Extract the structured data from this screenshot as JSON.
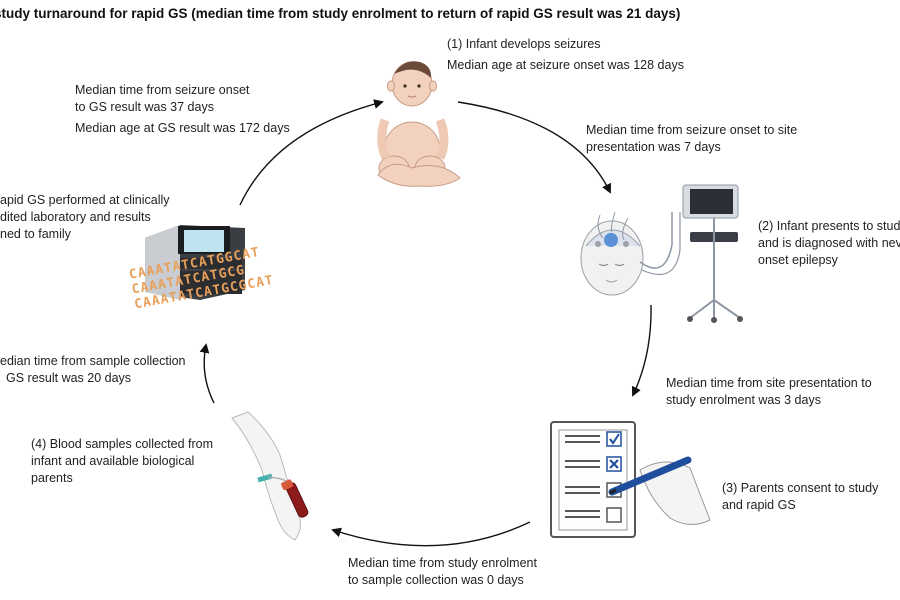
{
  "title": "study turnaround for rapid GS (median time from study enrolment to return of rapid GS result was 21 days)",
  "colors": {
    "arrow": "#111111",
    "skin": "#f2d2bf",
    "blue": "#1f4e9c",
    "dna_orange": "#e8a05a",
    "blood": "#8e1b1b"
  },
  "steps": {
    "step1": {
      "lines": [
        "(1) Infant develops seizures",
        "Median age at seizure onset was 128 days"
      ]
    },
    "step2": {
      "lines": [
        "(2) Infant presents to stud",
        "and is diagnosed with nev",
        "onset epilepsy"
      ]
    },
    "step3": {
      "lines": [
        "(3) Parents consent to study",
        "and rapid GS"
      ]
    },
    "step4": {
      "lines": [
        "(4) Blood samples collected from",
        "infant and available biological",
        "parents"
      ]
    },
    "step5": {
      "lines": [
        "apid GS performed at clinically",
        "dited laboratory and results",
        "ned to family"
      ]
    }
  },
  "intervals": {
    "onset_to_result": {
      "lines": [
        "Median time from seizure onset",
        "to GS result was 37 days"
      ],
      "extra": "Median age at GS result was 172 days"
    },
    "onset_to_site": {
      "lines": [
        "Median time from seizure onset to site",
        "presentation was 7 days"
      ]
    },
    "site_to_enrolment": {
      "lines": [
        "Median time from site presentation to",
        "study enrolment was 3 days"
      ]
    },
    "enrolment_to_sample": {
      "lines": [
        "Median time from study enrolment",
        "to sample collection was 0 days"
      ]
    },
    "sample_to_result": {
      "lines": [
        "edian time from sample collection",
        "GS result was 20 days"
      ]
    }
  },
  "dna_text": [
    "CAAATATCATGGCAT",
    "CAAATATCATGCG",
    "CAAATATCATGCGCAT"
  ],
  "icons": {
    "baby": "infant-sitting-icon",
    "eeg": "eeg-monitor-icon",
    "checklist": "consent-checklist-icon",
    "blood": "blood-draw-icon",
    "sequencer": "sequencer-machine-icon"
  }
}
